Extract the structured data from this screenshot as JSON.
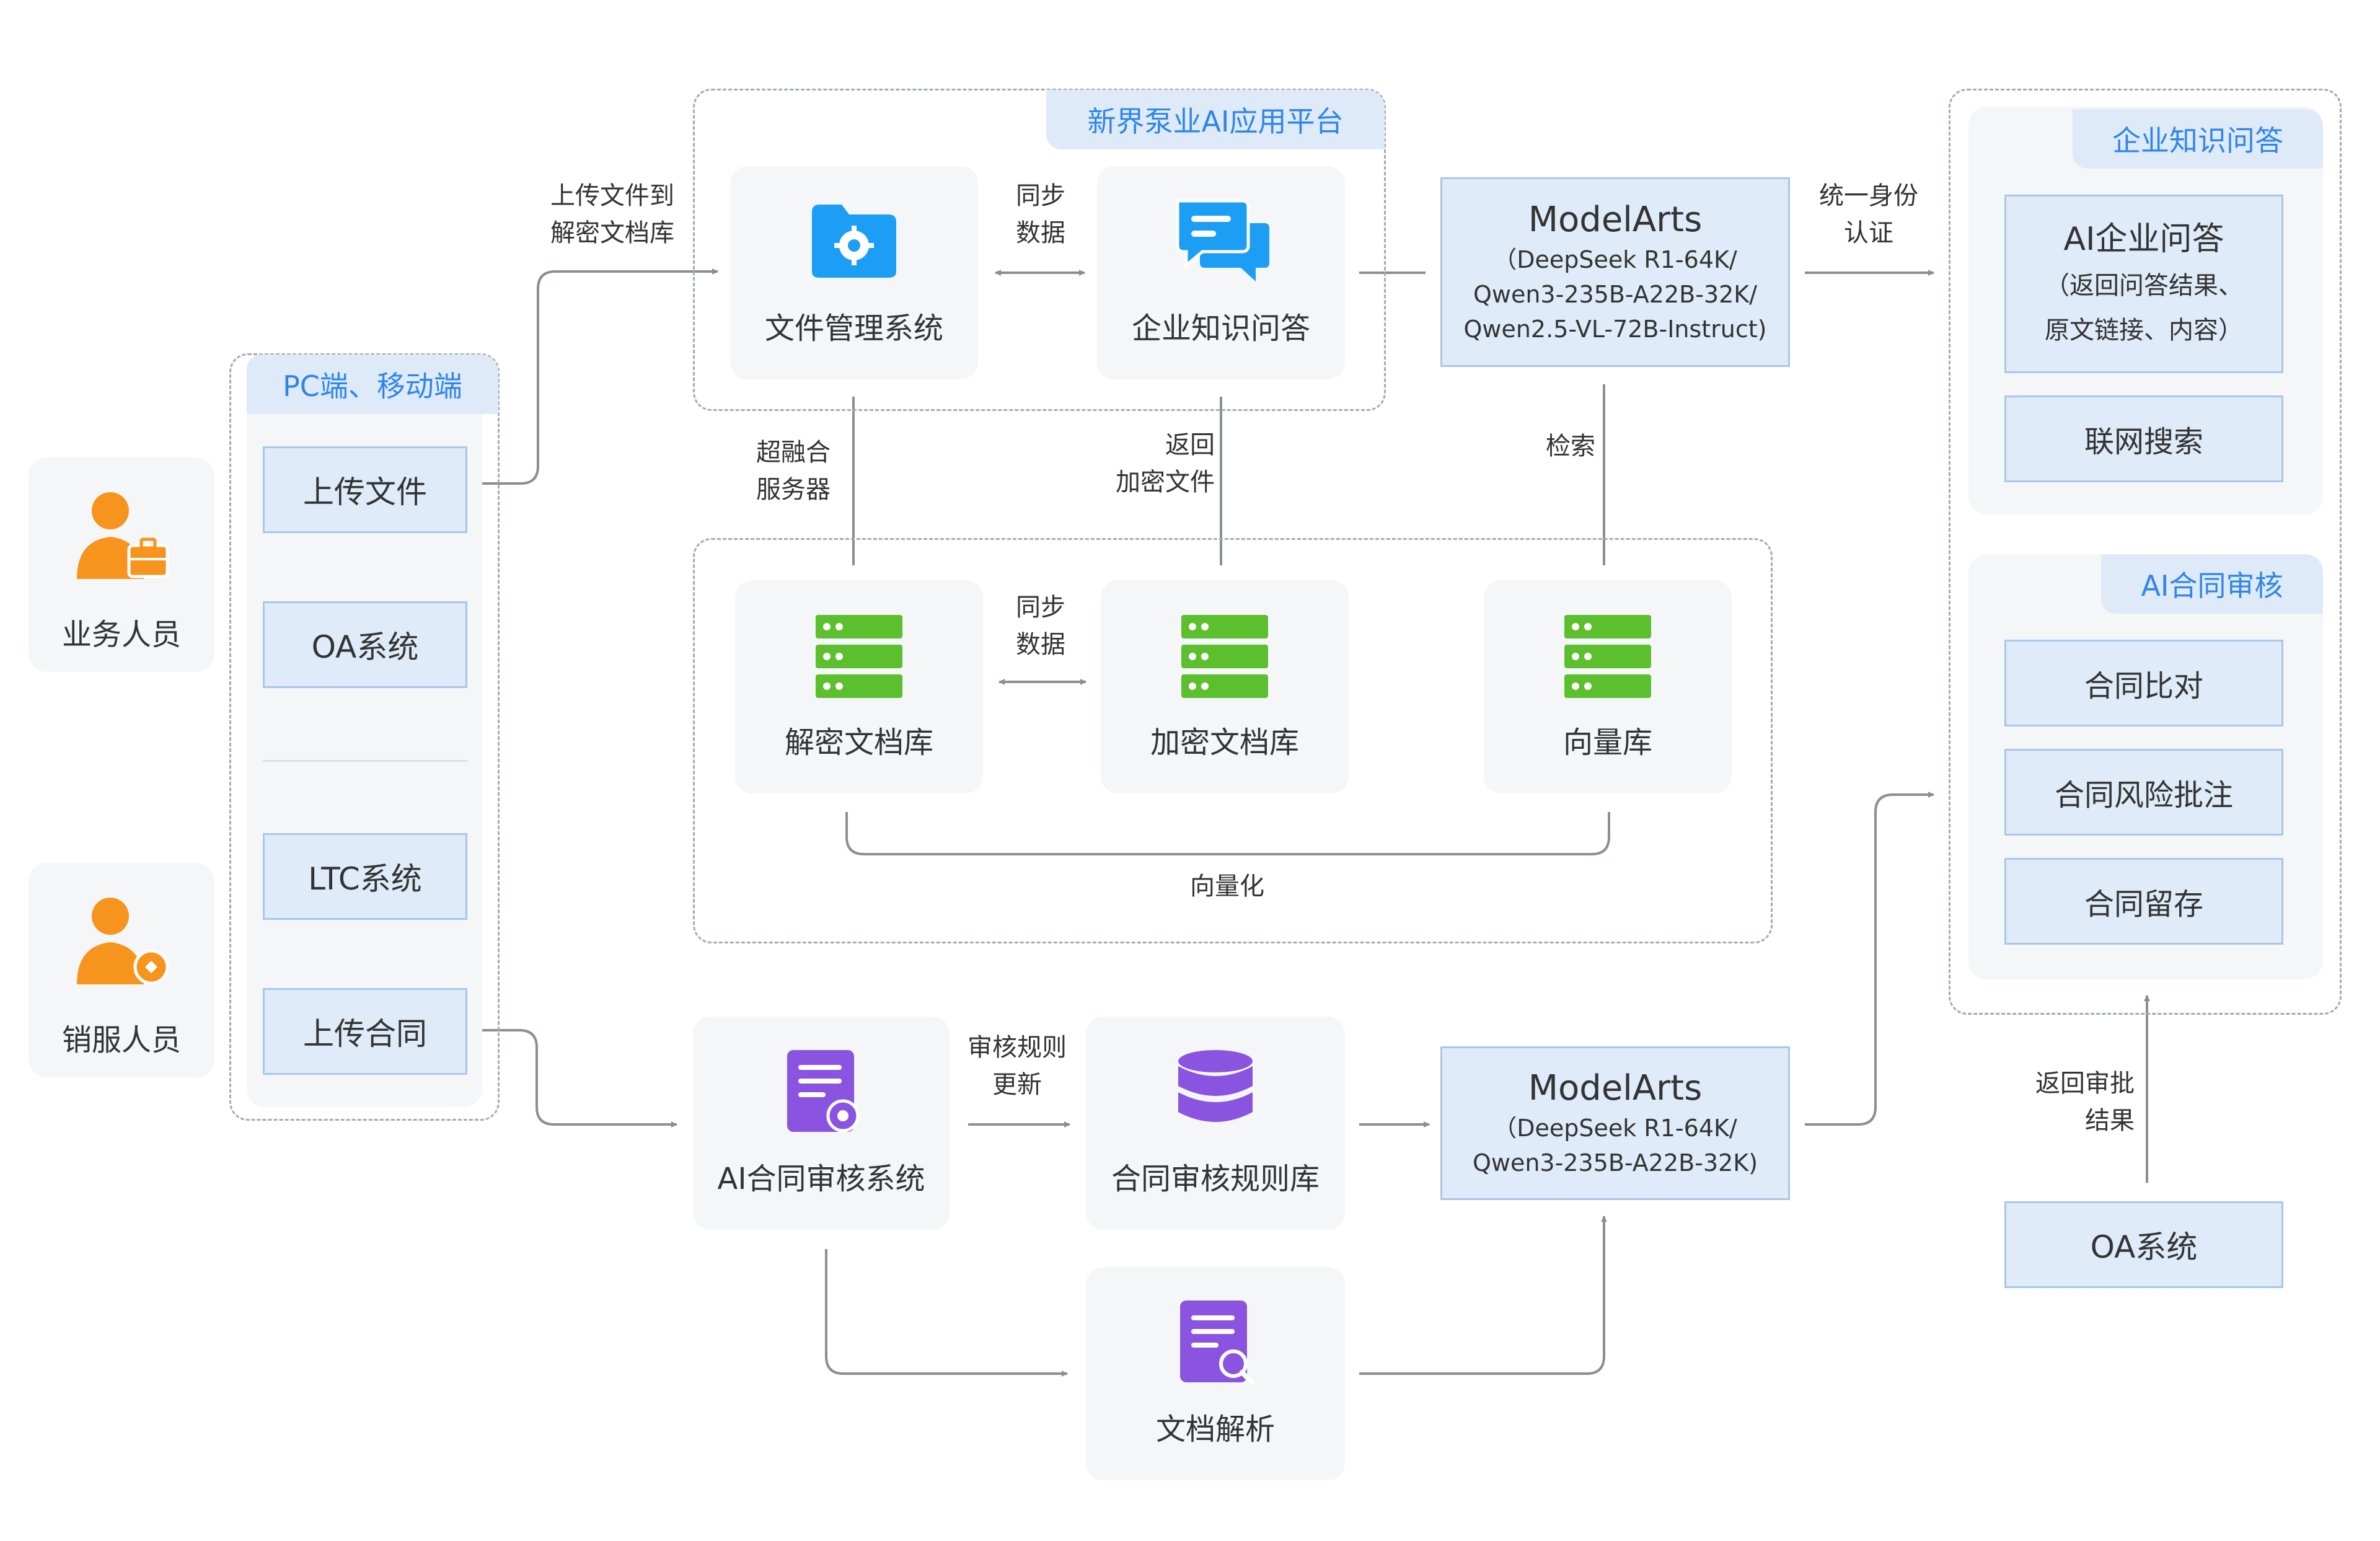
{
  "colors": {
    "box_fill": "#dfebf8",
    "box_border": "#a9c7ea",
    "region_label_bg": "#deeaf8",
    "region_label_text": "#2f86e8",
    "card_bg": "#f5f6f8",
    "line": "#8a8f96",
    "person_orange": "#f7941d",
    "server_green": "#5bbf2e",
    "folder_blue": "#1d9ef5",
    "doc_purple": "#8b54e0"
  },
  "users": {
    "business": {
      "label": "业务人员",
      "icon": "person-briefcase-icon"
    },
    "sales_service": {
      "label": "销服人员",
      "icon": "person-tag-icon"
    }
  },
  "client_group": {
    "title": "PC端、移动端",
    "upload_file": "上传文件",
    "oa_system": "OA系统",
    "ltc_system": "LTC系统",
    "upload_contract": "上传合同"
  },
  "platform": {
    "title": "新界泵业AI应用平台",
    "file_mgmt": {
      "label": "文件管理系统",
      "icon": "folder-gear-icon"
    },
    "knowledge_qa": {
      "label": "企业知识问答",
      "icon": "chat-bubbles-icon"
    }
  },
  "storage": {
    "decrypted_repo": {
      "label": "解密文档库",
      "icon": "server-icon"
    },
    "encrypted_repo": {
      "label": "加密文档库",
      "icon": "server-icon"
    },
    "vector_db": {
      "label": "向量库",
      "icon": "server-icon"
    },
    "vectorize_label": "向量化"
  },
  "modelarts_top": {
    "title": "ModelArts",
    "line1": "（DeepSeek R1-64K/",
    "line2": "Qwen3-235B-A22B-32K/",
    "line3": "Qwen2.5-VL-72B-Instruct)"
  },
  "modelarts_bottom": {
    "title": "ModelArts",
    "line1": "（DeepSeek R1-64K/",
    "line2": "Qwen3-235B-A22B-32K)"
  },
  "contract_flow": {
    "review_system": {
      "label": "AI合同审核系统",
      "icon": "doc-gear-icon"
    },
    "rule_db": {
      "label": "合同审核规则库",
      "icon": "database-icon"
    },
    "doc_parse": {
      "label": "文档解析",
      "icon": "doc-search-icon"
    }
  },
  "edge_labels": {
    "upload_to_decrypt_1": "上传文件到",
    "upload_to_decrypt_2": "解密文档库",
    "sync_data_1": "同步",
    "sync_data_2": "数据",
    "hyper_server_1": "超融合",
    "hyper_server_2": "服务器",
    "return_encrypted_1": "返回",
    "return_encrypted_2": "加密文件",
    "retrieve": "检索",
    "unified_auth_1": "统一身份",
    "unified_auth_2": "认证",
    "rule_update_1": "审核规则",
    "rule_update_2": "更新",
    "return_approval_1": "返回审批",
    "return_approval_2": "结果"
  },
  "right_panel": {
    "qa_section": {
      "title": "企业知识问答",
      "ai_qa_title": "AI企业问答",
      "ai_qa_sub1": "（返回问答结果、",
      "ai_qa_sub2": "原文链接、内容）",
      "web_search": "联网搜索"
    },
    "contract_section": {
      "title": "AI合同审核",
      "compare": "合同比对",
      "risk_annotation": "合同风险批注",
      "archive": "合同留存"
    },
    "oa_system": "OA系统"
  }
}
